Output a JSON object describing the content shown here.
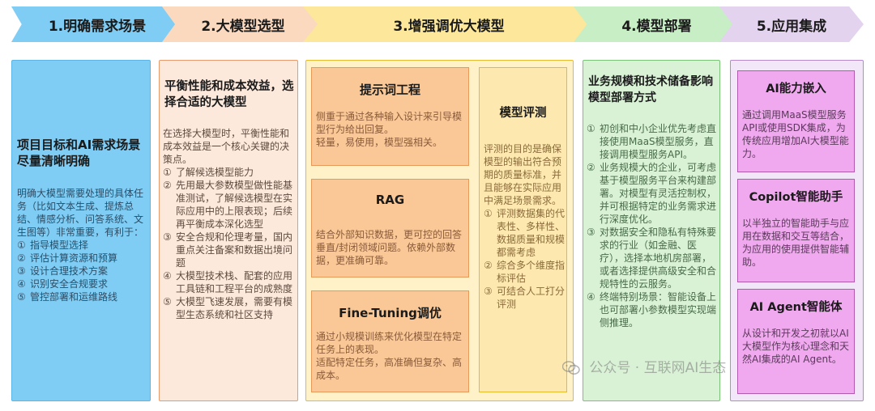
{
  "header": {
    "steps": [
      "1.明确需求场景",
      "2.大模型选型",
      "3.增强调优大模型",
      "4.模型部署",
      "5.应用集成"
    ]
  },
  "col1": {
    "title": "项目目标和AI需求场景尽量清晰明确",
    "intro": "明确大模型需要处理的具体任务（比如文本生成、提炼总结、情感分析、问答系统、文生图等）非常重要，有利于：",
    "items": [
      {
        "n": "①",
        "t": "指导模型选择"
      },
      {
        "n": "②",
        "t": "评估计算资源和预算"
      },
      {
        "n": "③",
        "t": "设计合理技术方案"
      },
      {
        "n": "④",
        "t": "识别安全合规要求"
      },
      {
        "n": "⑤",
        "t": "管控部署和运维路线"
      }
    ]
  },
  "col2": {
    "title": "平衡性能和成本效益，选择合适的大模型",
    "intro": "在选择大模型时，平衡性能和成本效益是一个核心关键的决策点。",
    "items": [
      {
        "n": "①",
        "t": "了解候选模型能力"
      },
      {
        "n": "②",
        "t": "先用最大参数模型做性能基准测试，了解候选模型在实际应用中的上限表现；后续再平衡成本深化选型"
      },
      {
        "n": "③",
        "t": "安全合规和伦理考量，国内重点关注备案和数据出境问题"
      },
      {
        "n": "④",
        "t": "大模型技术栈、配套的应用工具链和工程平台的成熟度"
      },
      {
        "n": "⑤",
        "t": "大模型飞速发展，需要有模型生态系统和社区支持"
      }
    ]
  },
  "col3": {
    "prompt": {
      "title": "提示词工程",
      "body1": "侧重于通过各种输入设计来引导模型行为给出回复。",
      "body2": "轻量，易使用，模型强相关。"
    },
    "rag": {
      "title": "RAG",
      "body": "结合外部知识数据，更可控的回答垂直/封闭领域问题。依赖外部数据，更准确可靠。"
    },
    "finetune": {
      "title": "Fine-Tuning调优",
      "body1": "通过小规模训练来优化模型在特定任务上的表现。",
      "body2": "适配特定任务，高准确但复杂、高成本。"
    },
    "eval": {
      "title": "模型评测",
      "intro": "评测的目的是确保模型的输出符合预期的质量标准，并且能够在实际应用中满足场景需求。",
      "items": [
        {
          "n": "①",
          "t": "评测数据集的代表性、多样性、数据质量和规模都需考虑"
        },
        {
          "n": "②",
          "t": "综合多个维度指标评估"
        },
        {
          "n": "③",
          "t": "可结合人工打分评测"
        }
      ]
    }
  },
  "col4": {
    "title": "业务规模和技术储备影响模型部署方式",
    "items": [
      {
        "n": "①",
        "t": "初创和中小企业优先考虑直接使用MaaS模型服务，直接调用模型服务API。"
      },
      {
        "n": "②",
        "t": "业务规模大的企业，可考虑基于模型服务平台来构建部署。对模型有灵活控制权，并可根据特定的业务需求进行深度优化。"
      },
      {
        "n": "③",
        "t": "对数据安全和隐私有特殊要求的行业（如金融、医疗），选择本地机房部署，或者选择提供高级安全和合规特性的云服务。"
      },
      {
        "n": "④",
        "t": "终端特别场景：智能设备上也可部署小参数模型实现端侧推理。"
      }
    ]
  },
  "col5": {
    "boxes": [
      {
        "title": "AI能力嵌入",
        "body": "通过调用MaaS模型服务API或使用SDK集成，为传统应用增加AI大模型能力。"
      },
      {
        "title": "Copilot智能助手",
        "body": "以半独立的智能助手与应用在数据和交互等结合，为应用的使用提供智能辅助。"
      },
      {
        "title": "AI Agent智能体",
        "body": "从设计和开发之初就以AI大模型作为核心理念和天然AI集成的AI Agent。"
      }
    ]
  },
  "watermark": {
    "text": "公众号 · 互联网AI生态"
  }
}
